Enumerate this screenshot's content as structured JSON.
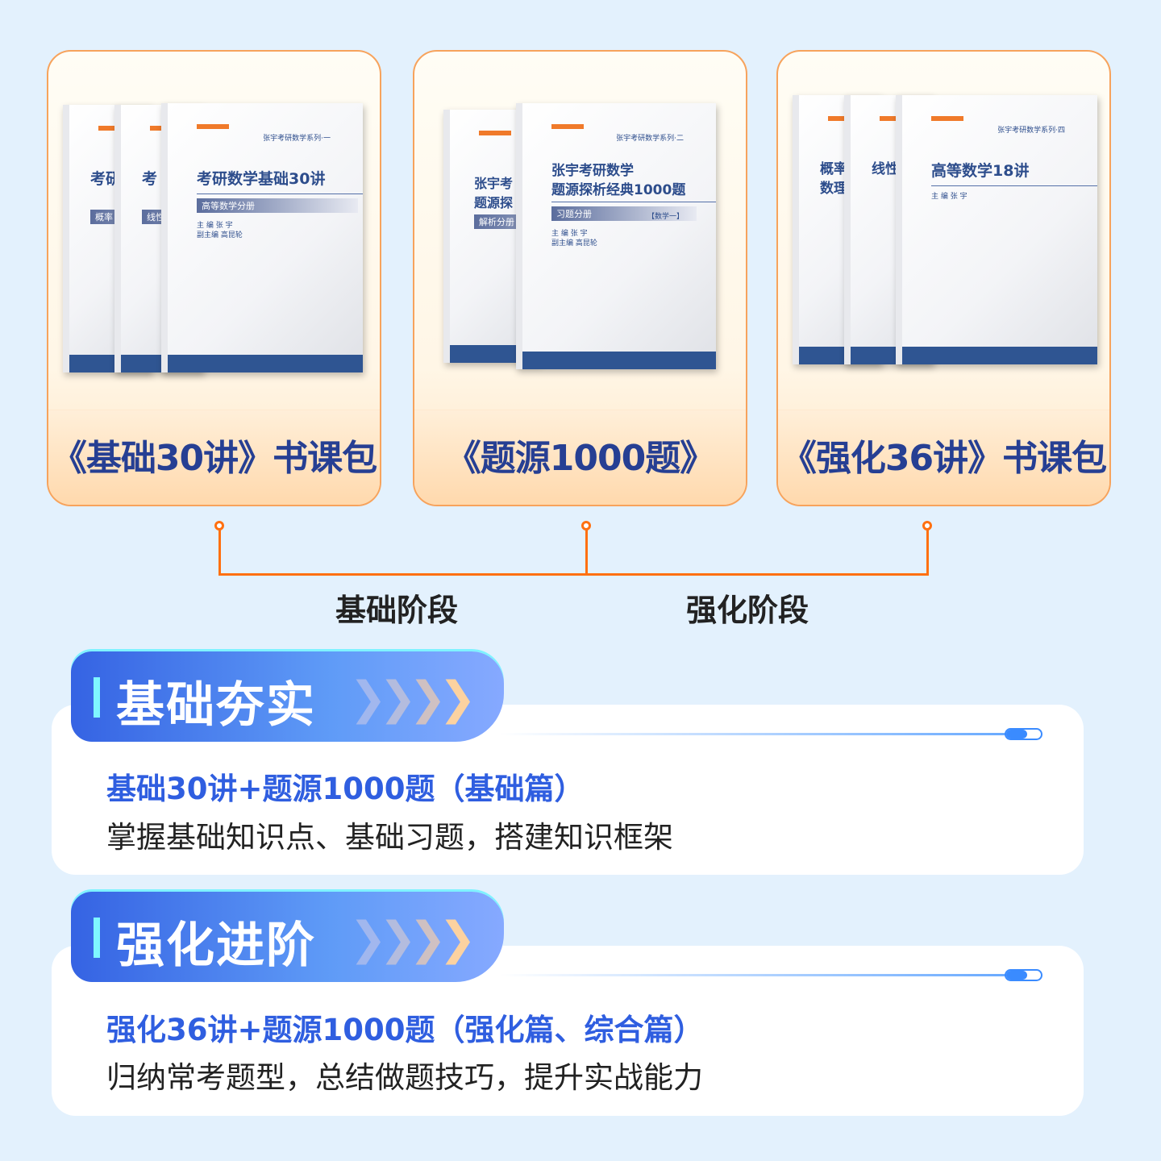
{
  "packages": [
    {
      "label": "《基础30讲》书课包",
      "books": [
        {
          "title": "考研",
          "sub": "概率"
        },
        {
          "title": "考",
          "sub": "线性"
        },
        {
          "title": "考研数学基础30讲",
          "sub": "高等数学分册",
          "series": "张宇考研数学系列·一",
          "editors": [
            "主 编  张 宇",
            "副主编  高昆轮"
          ]
        }
      ]
    },
    {
      "label": "《题源1000题》",
      "books": [
        {
          "title": "张宇考\n题源探",
          "sub": "解析分册"
        },
        {
          "title": "张宇考研数学\n题源探析经典1000题",
          "sub": "习题分册",
          "badge": "【数学一】",
          "series": "张宇考研数学系列·二",
          "editors": [
            "主 编  张 宇",
            "副主编  高昆轮"
          ]
        }
      ]
    },
    {
      "label": "《强化36讲》书课包",
      "books": [
        {
          "title": "概率\n数理"
        },
        {
          "title": "线性"
        },
        {
          "title": "高等数学18讲",
          "series": "张宇考研数学系列·四",
          "editors": [
            "主 编  张 宇"
          ]
        }
      ]
    }
  ],
  "stages": [
    "基础阶段",
    "强化阶段"
  ],
  "sections": [
    {
      "banner": "基础夯实",
      "heading": "基础30讲+题源1000题（基础篇）",
      "desc": "掌握基础知识点、基础习题，搭建知识框架"
    },
    {
      "banner": "强化进阶",
      "heading": "强化36讲+题源1000题（强化篇、综合篇）",
      "desc": "归纳常考题型，总结做题技巧，提升实战能力"
    }
  ],
  "chevron": "❯",
  "colors": {
    "background": "#e3f1fd",
    "accent_orange": "#ff7010",
    "label_blue": "#263f93",
    "heading_blue": "#2f5ee0"
  }
}
